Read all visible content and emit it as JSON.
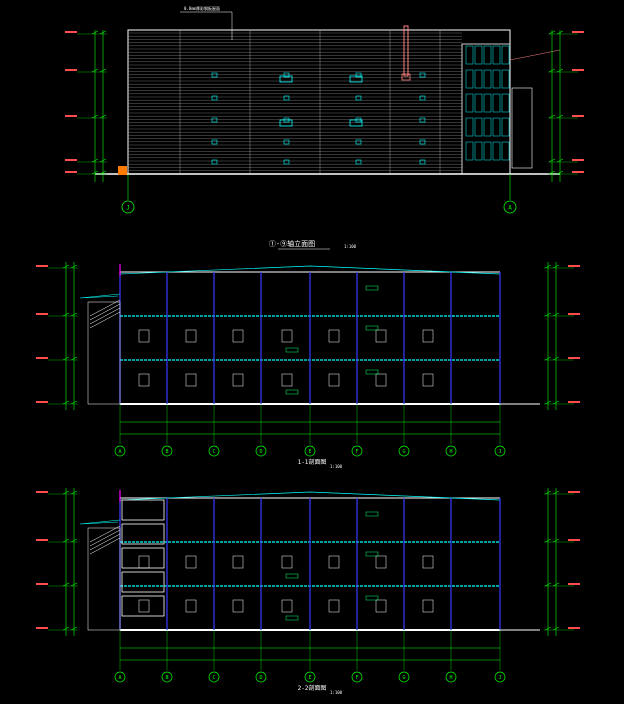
{
  "colors": {
    "background": "#000000",
    "structure": "#ffffff",
    "dimension": "#00ff00",
    "level_text": "#ff4d4d",
    "steel": "#3a3aff",
    "roof_note": "#00ffff",
    "accent_magenta": "#ff00ff",
    "label_box": "#00ff66"
  },
  "elevation": {
    "title": "①-⑨轴立面图",
    "scale": "1:100",
    "axis_left": "J",
    "axis_right": "A",
    "top_note": "0.8mm厚彩钢板屋面"
  },
  "section_1": {
    "title": "1-1剖面图",
    "scale": "1:100",
    "axes": [
      "A",
      "B",
      "C",
      "D",
      "E",
      "F",
      "G",
      "H",
      "J"
    ]
  },
  "section_2": {
    "title": "2-2剖面图",
    "scale": "1:100",
    "axes": [
      "A",
      "B",
      "C",
      "D",
      "E",
      "F",
      "G",
      "H",
      "J"
    ]
  },
  "icons": {
    "axis_bubble": "circle-axis-marker-icon"
  }
}
